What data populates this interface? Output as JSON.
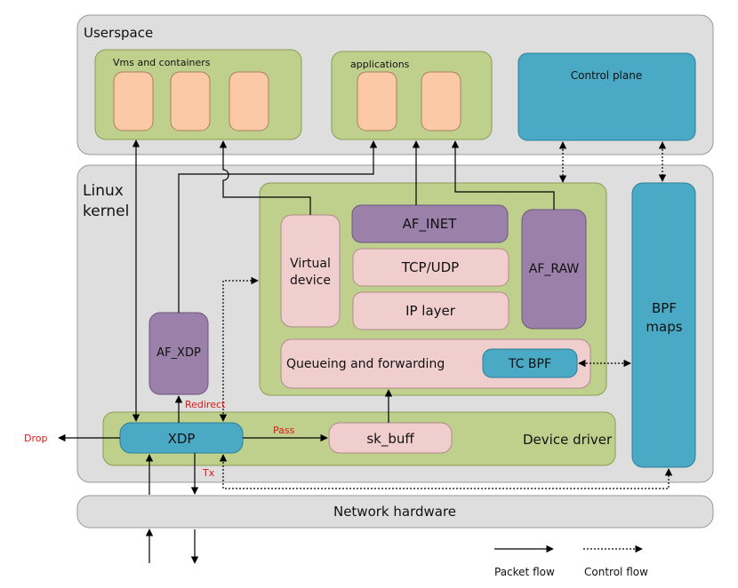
{
  "colors": {
    "gray": "#dedede",
    "green": "#bfd08c",
    "peach": "#fcc9a6",
    "pink": "#f0cece",
    "purple": "#9b80aa",
    "blue": "#4aaac6",
    "red": "#e01818"
  },
  "regions": {
    "userspace": "Userspace",
    "linux_kernel_line1": "Linux",
    "linux_kernel_line2": "kernel",
    "vms": "Vms and containers",
    "applications": "applications",
    "control_plane": "Control plane",
    "network_hardware": "Network hardware",
    "device_driver": "Device driver"
  },
  "blocks": {
    "af_inet": "AF_INET",
    "tcp_udp": "TCP/UDP",
    "ip_layer": "IP layer",
    "af_raw": "AF_RAW",
    "virtual_line1": "Virtual",
    "virtual_line2": "device",
    "queueing": "Queueing and forwarding",
    "tc_bpf": "TC BPF",
    "af_xdp": "AF_XDP",
    "bpf_line1": "BPF",
    "bpf_line2": "maps",
    "xdp": "XDP",
    "sk_buff": "sk_buff"
  },
  "edge_labels": {
    "drop": "Drop",
    "redirect": "Redirect",
    "pass": "Pass",
    "tx": "Tx"
  },
  "legend": {
    "packet_flow": "Packet flow",
    "control_flow": "Control flow"
  }
}
